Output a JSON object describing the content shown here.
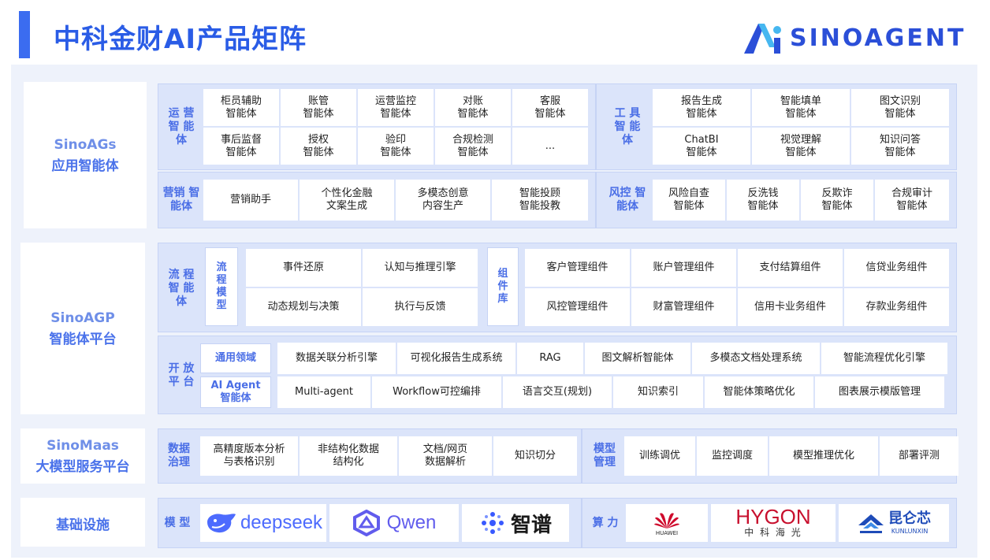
{
  "title": "中科金财AI产品矩阵",
  "logo": {
    "text": "SINOAGENT",
    "icon": "sinoagent-logo-icon"
  },
  "colors": {
    "accent": "#3b6cf0",
    "label": "#4a6ee6",
    "panel": "#dbe4fa"
  },
  "layers": {
    "apps": {
      "en": "SinoAGs",
      "cn": "应用智能体"
    },
    "platform": {
      "en": "SinoAGP",
      "cn": "智能体平台"
    },
    "maas": {
      "en": "SinoMaas",
      "cn": "大模型服务平台"
    },
    "infra": {
      "cn": "基础设施"
    }
  },
  "ops": {
    "label": "运\n营\n智\n能\n体",
    "cells": [
      "柜员辅助\n智能体",
      "账管\n智能体",
      "运营监控\n智能体",
      "对账\n智能体",
      "客服\n智能体",
      "事后监督\n智能体",
      "授权\n智能体",
      "验印\n智能体",
      "合规检测\n智能体",
      "..."
    ]
  },
  "tools": {
    "label": "工\n具\n智\n能\n体",
    "cells": [
      "报告生成\n智能体",
      "智能填单\n智能体",
      "图文识别\n智能体",
      "ChatBI\n智能体",
      "视觉理解\n智能体",
      "知识问答\n智能体"
    ]
  },
  "marketing": {
    "label": "营销\n智能体",
    "cells": [
      "营销助手",
      "个性化金融\n文案生成",
      "多模态创意\n内容生产",
      "智能投顾\n智能投教"
    ]
  },
  "risk": {
    "label": "风控\n智能体",
    "cells": [
      "风险自查\n智能体",
      "反洗钱\n智能体",
      "反欺诈\n智能体",
      "合规审计\n智能体"
    ]
  },
  "flow": {
    "label": "流\n程\n智\n能\n体",
    "model_label": "流\n程\n模\n型",
    "cells": [
      "事件还原",
      "认知与推理引擎",
      "动态规划与决策",
      "执行与反馈"
    ]
  },
  "components": {
    "label": "组\n件\n库",
    "cells": [
      "客户管理组件",
      "账户管理组件",
      "支付结算组件",
      "信贷业务组件",
      "风控管理组件",
      "财富管理组件",
      "信用卡业务组件",
      "存款业务组件"
    ]
  },
  "open": {
    "label": "开\n放\n平\n台",
    "general_label": "通用领域",
    "agent_label": "AI Agent\n智能体",
    "general_cells": [
      "数据关联分析引擎",
      "可视化报告生成系统",
      "RAG",
      "图文解析智能体",
      "多模态文档处理系统",
      "智能流程优化引擎"
    ],
    "agent_cells": [
      "Multi-agent",
      "Workflow可控编排",
      "语言交互(规划)",
      "知识索引",
      "智能体策略优化",
      "图表展示模版管理"
    ]
  },
  "data_gov": {
    "label": "数据\n治理",
    "cells": [
      "高精度版本分析\n与表格识别",
      "非结构化数据\n结构化",
      "文档/网页\n数据解析",
      "知识切分"
    ]
  },
  "model_mgmt": {
    "label": "模型\n管理",
    "cells": [
      "训练调优",
      "监控调度",
      "模型推理优化",
      "部署评测"
    ]
  },
  "models": {
    "label": "模\n型",
    "brands": [
      {
        "name": "deepseek",
        "icon": "whale-icon",
        "color": "#4d6bfe"
      },
      {
        "name": "Qwen",
        "icon": "qwen-icon",
        "color": "#615ced"
      },
      {
        "name": "智谱",
        "icon": "zhipu-dots-icon",
        "color": "#1a1a1a"
      }
    ]
  },
  "compute": {
    "label": "算\n力",
    "brands": [
      {
        "name": "HUAWEI",
        "icon": "huawei-petal-icon",
        "color": "#cf0a2c"
      },
      {
        "name": "HYGON",
        "sub": "中 科 海 光",
        "color": "#c8102e"
      },
      {
        "name": "昆仑芯",
        "sub": "KUNLUNXIN",
        "icon": "kunlunxin-icon",
        "color": "#1e4bb8"
      }
    ]
  }
}
